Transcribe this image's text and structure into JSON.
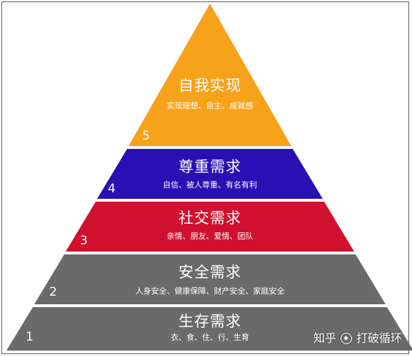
{
  "levels": [
    {
      "number": "5",
      "title": "自我实现",
      "desc": "实现理想、自主、成就感",
      "color": "#f7a21b"
    },
    {
      "number": "4",
      "title": "尊重需求",
      "desc": "自信、被人尊重、有名有利",
      "color": "#2a0fb4"
    },
    {
      "number": "3",
      "title": "社交需求",
      "desc": "亲情、朋友、爱情、团队",
      "color": "#d0102e"
    },
    {
      "number": "2",
      "title": "安全需求",
      "desc": "人身安全、健康保障、财产安全、家庭安全",
      "color": "#6a6a6a"
    },
    {
      "number": "1",
      "title": "生存需求",
      "desc": "衣、食、住、行、生育",
      "color": "#6a6a6a"
    }
  ],
  "watermark": {
    "prefix": "知乎",
    "name": "打破循环",
    "icon": "circle-logo-icon"
  }
}
